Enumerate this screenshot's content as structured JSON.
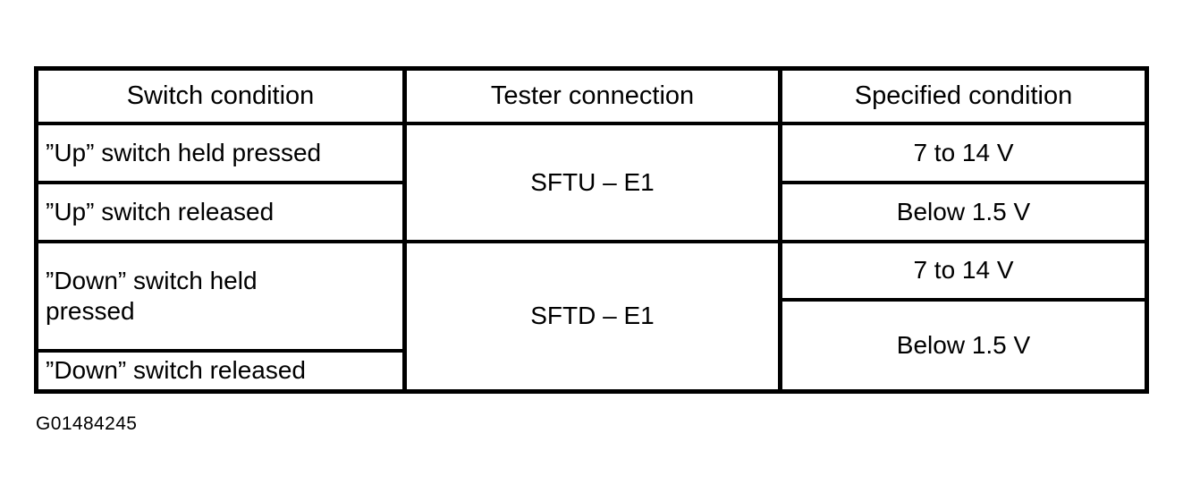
{
  "document": {
    "type": "inspection-table",
    "caption": "G01484245",
    "ink_color": "#000000",
    "paper_color": "#ffffff"
  },
  "table": {
    "columns": [
      {
        "key": "switch_condition",
        "header": "Switch condition"
      },
      {
        "key": "tester_connection",
        "header": "Tester connection"
      },
      {
        "key": "specified_condition",
        "header": "Specified condition"
      }
    ],
    "rows": [
      {
        "switch_condition": "”Up” switch held pressed",
        "tester_connection": "SFTU – E1",
        "specified_condition": "7 to 14 V"
      },
      {
        "switch_condition": "”Up” switch released",
        "tester_connection": "",
        "specified_condition": "Below 1.5 V"
      },
      {
        "switch_condition": "”Down” switch held\npressed",
        "tester_connection": "SFTD – E1",
        "specified_condition": "7 to 14 V"
      },
      {
        "switch_condition": "”Down” switch released",
        "tester_connection": "",
        "specified_condition": "Below 1.5 V"
      }
    ],
    "merges": [
      {
        "column": "tester_connection",
        "rows": [
          0,
          1
        ],
        "value": "SFTU – E1"
      },
      {
        "column": "tester_connection",
        "rows": [
          2,
          3
        ],
        "value": "SFTD – E1"
      }
    ]
  }
}
